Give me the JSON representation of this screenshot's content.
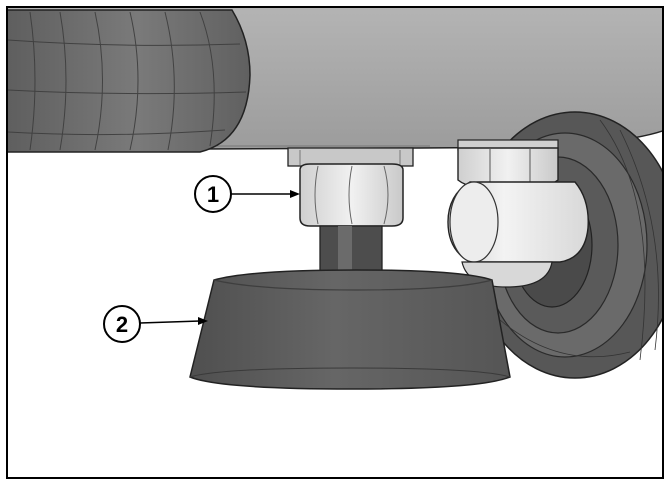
{
  "callouts": [
    {
      "number": "1",
      "part": "lock-nut"
    },
    {
      "number": "2",
      "part": "leveling-foot-pad"
    }
  ],
  "colors": {
    "frame": "#000000",
    "housing": "#a9a9a9",
    "housing_dark": "#6f6f6f",
    "foot_pad": "#5e5e5e",
    "nut_light": "#e4e4e4",
    "wheel": "#555555"
  }
}
